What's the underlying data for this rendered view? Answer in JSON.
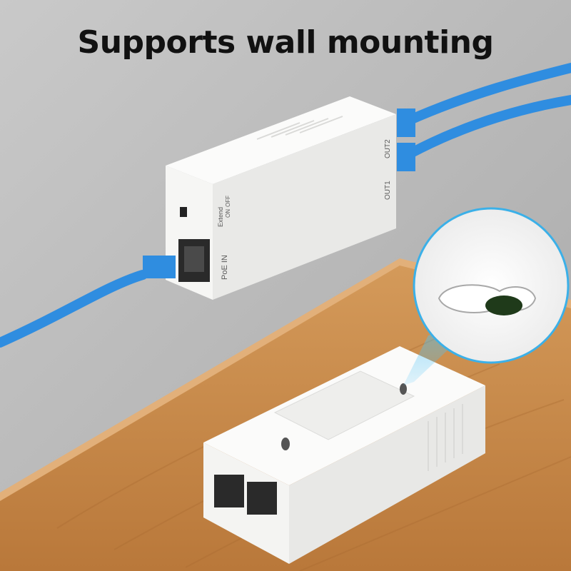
{
  "headline": "Supports wall mounting",
  "device_labels": {
    "extend": "Extend",
    "on": "ON",
    "off": "OFF",
    "poe_in": "PoE IN",
    "out1": "OUT1",
    "out2": "OUT2"
  },
  "colors": {
    "wall": "#b9b9b9",
    "wood": "#c98a48",
    "cable": "#2f8de0",
    "device": "#f3f3f1",
    "keyhole_interior": "#1f3a1a",
    "text": "#111111"
  }
}
